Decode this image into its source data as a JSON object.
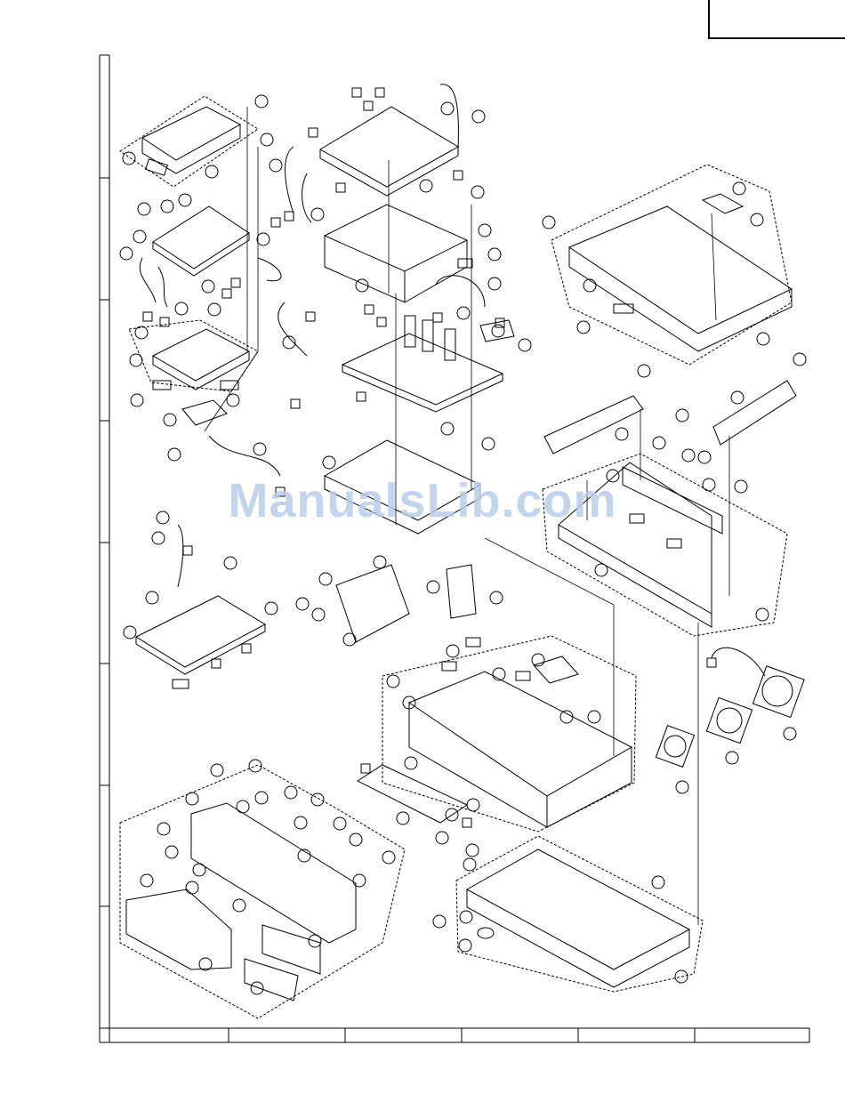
{
  "watermark": {
    "text": "ManualsLib.com"
  },
  "colors": {
    "line": "#000000",
    "watermark": "#b9cdea"
  },
  "diagram": {
    "kind": "exploded-view parts diagram",
    "callout_shape": "circle-and-square reference markers (unlabeled in image)"
  }
}
